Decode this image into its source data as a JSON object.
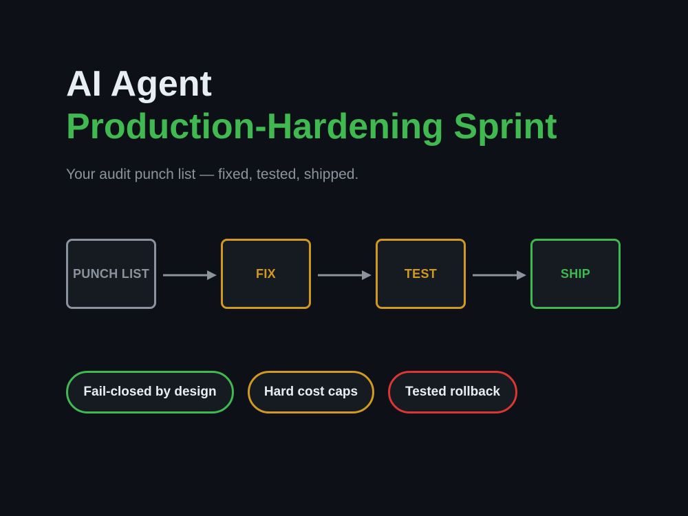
{
  "header": {
    "title_line1": "AI Agent",
    "title_line2": "Production-Hardening Sprint",
    "subtitle": "Your audit punch list — fixed, tested, shipped."
  },
  "flow": {
    "steps": [
      {
        "label": "PUNCH LIST",
        "color": "#8b949e"
      },
      {
        "label": "FIX",
        "color": "#d29922"
      },
      {
        "label": "TEST",
        "color": "#d29922"
      },
      {
        "label": "SHIP",
        "color": "#3fb950"
      }
    ],
    "arrow_color": "#8b949e"
  },
  "badges": [
    {
      "label": "Fail-closed by design",
      "color": "#3fb950"
    },
    {
      "label": "Hard cost caps",
      "color": "#d29922"
    },
    {
      "label": "Tested rollback",
      "color": "#da3633"
    }
  ],
  "colors": {
    "background": "#0d1117",
    "title": "#e6edf3",
    "accent": "#3fb950",
    "muted": "#8b949e"
  }
}
